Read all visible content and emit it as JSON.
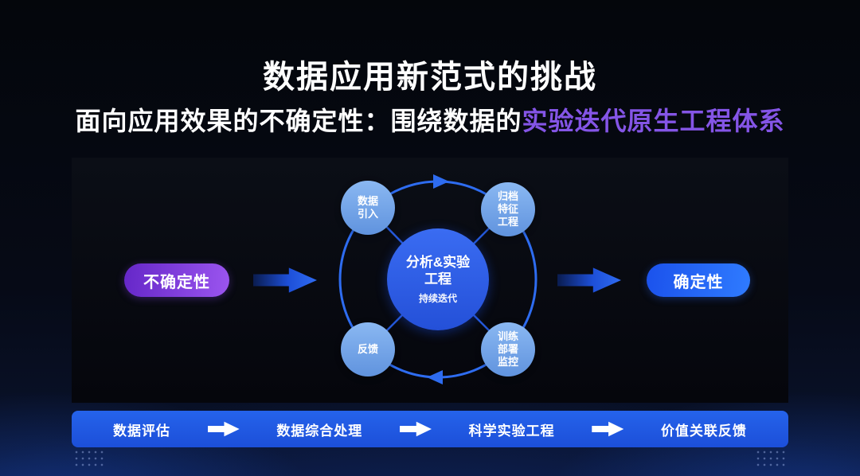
{
  "slide": {
    "title": "数据应用新范式的挑战",
    "subtitle": {
      "prefix": "面向应用效果的不确定性：围绕数据的",
      "highlight": "实验迭代原生工程体系"
    }
  },
  "diagram": {
    "left_pill": "不确定性",
    "right_pill": "确定性",
    "center": {
      "title": "分析&实验\n工程",
      "subtitle": "持续迭代"
    },
    "nodes": [
      {
        "id": "data-ingest",
        "label": "数据\n引入"
      },
      {
        "id": "archive-feature-engineering",
        "label": "归档\n特征\n工程"
      },
      {
        "id": "feedback",
        "label": "反馈"
      },
      {
        "id": "train-deploy-monitor",
        "label": "训练\n部署\n监控"
      }
    ]
  },
  "process_bar": {
    "steps": [
      "数据评估",
      "数据综合处理",
      "科学实验工程",
      "价值关联反馈"
    ]
  },
  "colors": {
    "subtitle_highlight": "#8455e6",
    "pill_purple_start": "#6527c8",
    "pill_purple_end": "#9b55ef",
    "pill_blue": "#1e63f5",
    "node_light_blue": "#79aeee",
    "center_blue": "#2e5ce8",
    "ring_blue": "#2e6cf0",
    "bar_blue": "#2159e6",
    "background_dark": "#05070d"
  }
}
